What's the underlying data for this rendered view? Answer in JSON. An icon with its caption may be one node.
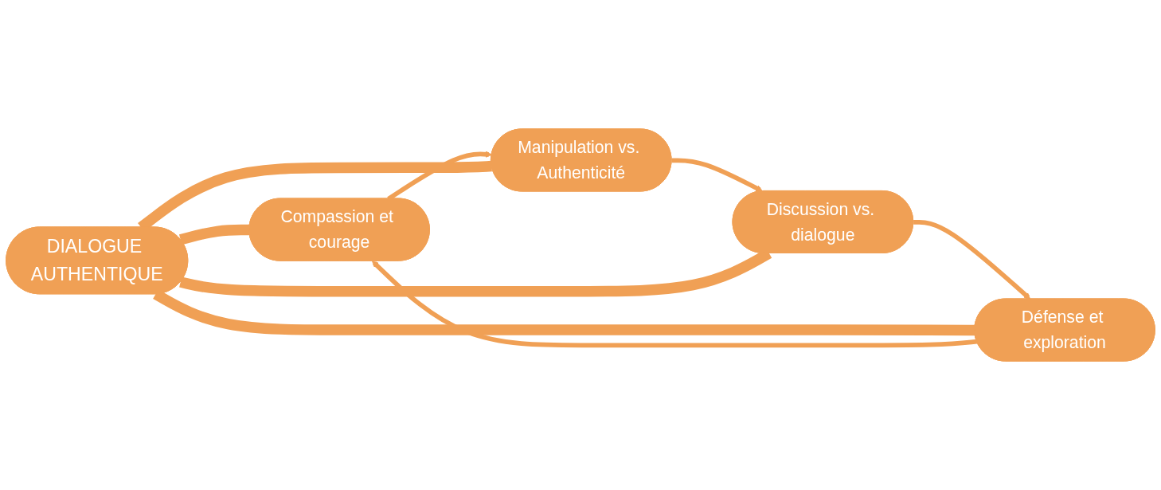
{
  "diagram": {
    "nodes": [
      {
        "text": [
          "Compassion et courage"
        ]
      },
      {
        "text": [
          "Manipulation vs. Authenticité"
        ]
      },
      {
        "text": [
          "DIALOGUE AUTHENTIQUE"
        ]
      },
      {
        "text": [
          "Défense et exploration"
        ]
      },
      {
        "text": [
          "Discussion vs. dialogue"
        ]
      }
    ],
    "edges": [
      {
        "from": 0,
        "to": 1,
        "arrow": "to"
      },
      {
        "from": 1,
        "to": 4,
        "arrow": "to"
      },
      {
        "from": 4,
        "to": 3,
        "arrow": "to"
      },
      {
        "from": 3,
        "to": 0,
        "arrow": "to"
      },
      {
        "from": 2,
        "to": 0,
        "arrow": "none",
        "style": "thick"
      },
      {
        "from": 2,
        "to": 1,
        "arrow": "none",
        "style": "thick"
      },
      {
        "from": 2,
        "to": 3,
        "arrow": "none",
        "style": "thick"
      },
      {
        "from": 2,
        "to": 4,
        "arrow": "none",
        "style": "thick"
      }
    ]
  }
}
